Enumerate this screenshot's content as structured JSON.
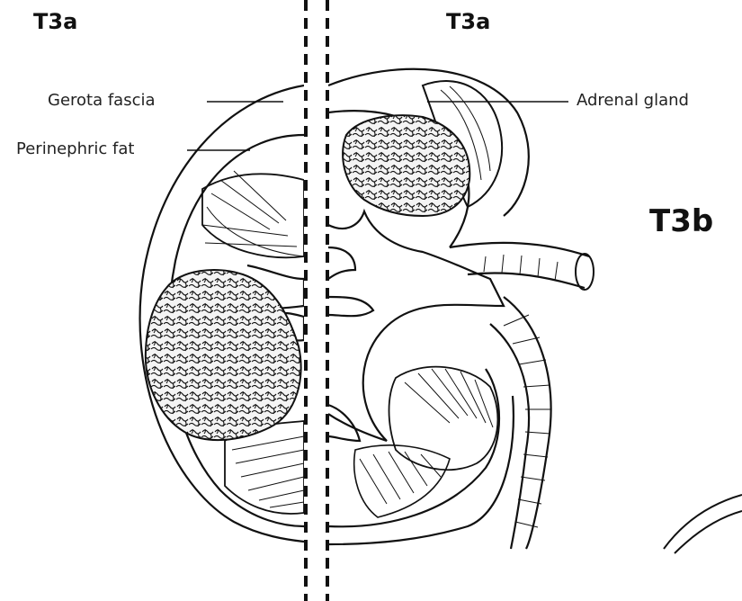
{
  "stage_labels": {
    "left": "T3a",
    "right": "T3a",
    "far_right": "T3b"
  },
  "callouts": {
    "gerota_fascia": "Gerota fascia",
    "perinephric_fat": "Perinephric fat",
    "adrenal_gland": "Adrenal gland"
  },
  "colors": {
    "line": "#111111",
    "background": "#ffffff",
    "tumor_fill": "#f4f4f4"
  }
}
